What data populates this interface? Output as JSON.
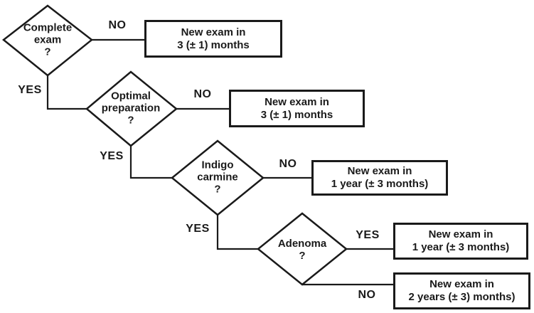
{
  "flowchart": {
    "colors": {
      "line": "#1a1a1a",
      "text": "#1a1a1a",
      "background": "#ffffff"
    },
    "decisions": [
      {
        "line1": "Complete",
        "line2": "exam",
        "line3": "?"
      },
      {
        "line1": "Optimal",
        "line2": "preparation",
        "line3": "?"
      },
      {
        "line1": "Indigo",
        "line2": "carmine",
        "line3": "?"
      },
      {
        "line1": "Adenoma",
        "line2": "?"
      }
    ],
    "outcomes": [
      {
        "line1": "New exam in",
        "line2": "3 (± 1) months"
      },
      {
        "line1": "New exam in",
        "line2": "3 (± 1) months"
      },
      {
        "line1": "New exam in",
        "line2": "1 year (± 3 months)"
      },
      {
        "line1": "New exam in",
        "line2": "1 year (± 3 months)"
      },
      {
        "line1": "New exam in",
        "line2": "2 years (± 3) months)"
      }
    ],
    "edge_labels": {
      "no1": "NO",
      "yes1": "YES",
      "no2": "NO",
      "yes2": "YES",
      "no3": "NO",
      "yes3": "YES",
      "yes4": "YES",
      "no4": "NO"
    }
  }
}
